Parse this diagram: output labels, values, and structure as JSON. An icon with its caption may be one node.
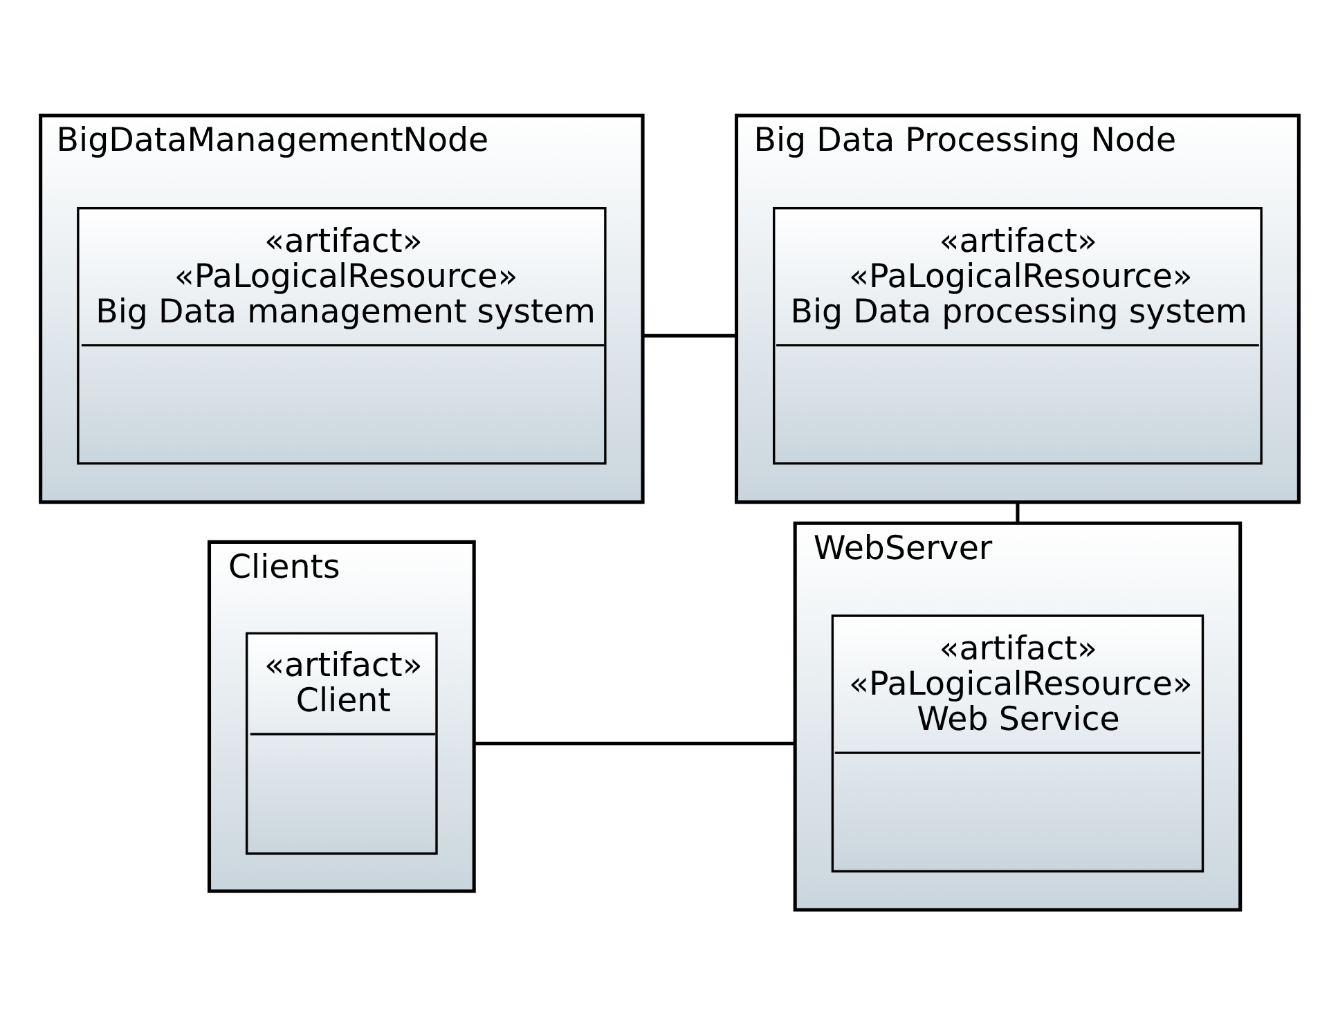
{
  "diagram": {
    "nodes": [
      {
        "text": [
          "Clients"
        ]
      },
      {
        "text": [
          "«artifact»",
          "Client"
        ],
        "in": 0
      },
      {
        "text": [
          "WebServer"
        ]
      },
      {
        "text": [
          "«artifact»",
          "«PaLogicalResource»",
          "Web Service"
        ],
        "in": 2
      },
      {
        "text": [
          "BigDataManagementNode"
        ]
      },
      {
        "text": [
          "«artifact»",
          "«PaLogicalResource»",
          "Big Data management system"
        ],
        "in": 4
      },
      {
        "text": [
          "Big Data Processing Node"
        ]
      },
      {
        "text": [
          "«artifact»",
          "«PaLogicalResource»",
          "Big Data processing system"
        ],
        "in": 6
      }
    ],
    "edges": [
      {
        "from": 0,
        "to": 2,
        "arrow": "none"
      },
      {
        "from": 2,
        "to": 6,
        "arrow": "none"
      },
      {
        "from": 4,
        "to": 6,
        "arrow": "none"
      }
    ]
  }
}
